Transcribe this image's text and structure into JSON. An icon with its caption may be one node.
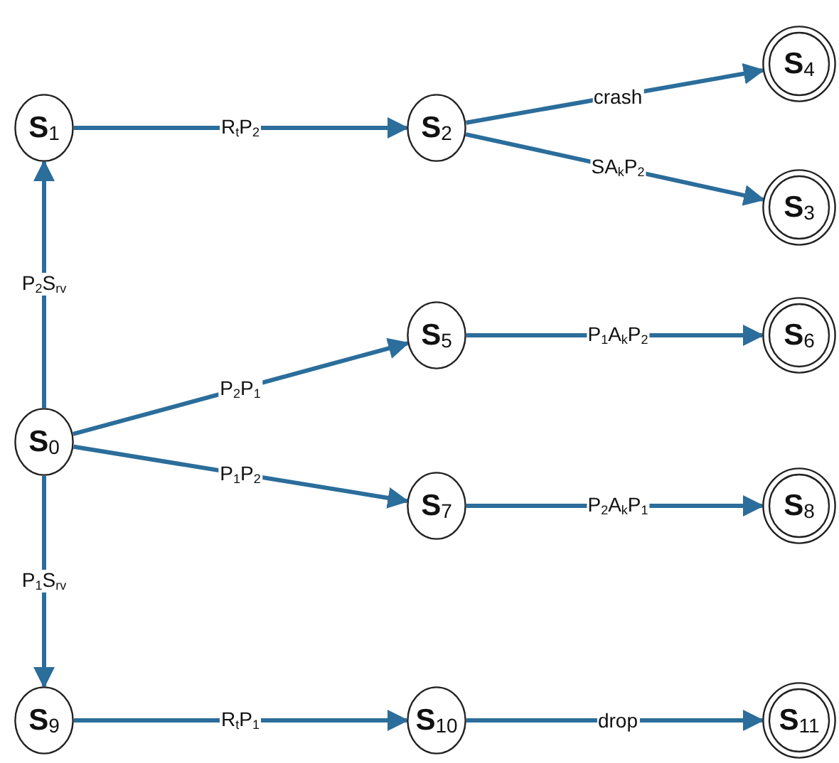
{
  "diagram": {
    "nodes": [
      {
        "text": [
          "S$_{1}$"
        ]
      },
      {
        "text": [
          "S$_{2}$"
        ]
      },
      {
        "text": [
          "S$_{4}$"
        ]
      },
      {
        "text": [
          "S$_{3}$"
        ]
      },
      {
        "text": [
          "S$_{5}$"
        ]
      },
      {
        "text": [
          "S$_{6}$"
        ]
      },
      {
        "text": [
          "S$_{0}$"
        ]
      },
      {
        "text": [
          "S$_{7}$"
        ]
      },
      {
        "text": [
          "S$_{8}$"
        ]
      },
      {
        "text": [
          "S$_{9}$"
        ]
      },
      {
        "text": [
          "S$_{10}$"
        ]
      },
      {
        "text": [
          "S$_{11}$"
        ]
      }
    ],
    "edges": [
      {
        "from": 6,
        "to": 0,
        "arrow": "to",
        "label": "P$_{2}$S$_{rv}$"
      },
      {
        "from": 0,
        "to": 1,
        "arrow": "to",
        "label": "R$_{t}$P$_{2}$"
      },
      {
        "from": 1,
        "to": 2,
        "arrow": "to",
        "label": "crash"
      },
      {
        "from": 1,
        "to": 3,
        "arrow": "to",
        "label": "SA$_{k}$P$_{2}$"
      },
      {
        "from": 6,
        "to": 4,
        "arrow": "to",
        "label": "P$_{2}$P$_{1}$"
      },
      {
        "from": 4,
        "to": 5,
        "arrow": "to",
        "label": "P$_{1}$A$_{k}$P$_{2}$"
      },
      {
        "from": 6,
        "to": 7,
        "arrow": "to",
        "label": "P$_{1}$P$_{2}$"
      },
      {
        "from": 7,
        "to": 8,
        "arrow": "to",
        "label": "P$_{2}$A$_{k}$P$_{1}$"
      },
      {
        "from": 6,
        "to": 9,
        "arrow": "to",
        "label": "P$_{1}$S$_{rv}$"
      },
      {
        "from": 9,
        "to": 10,
        "arrow": "to",
        "label": "R$_{t}$P$_{1}$"
      },
      {
        "from": 10,
        "to": 11,
        "arrow": "to",
        "label": "drop"
      }
    ]
  }
}
